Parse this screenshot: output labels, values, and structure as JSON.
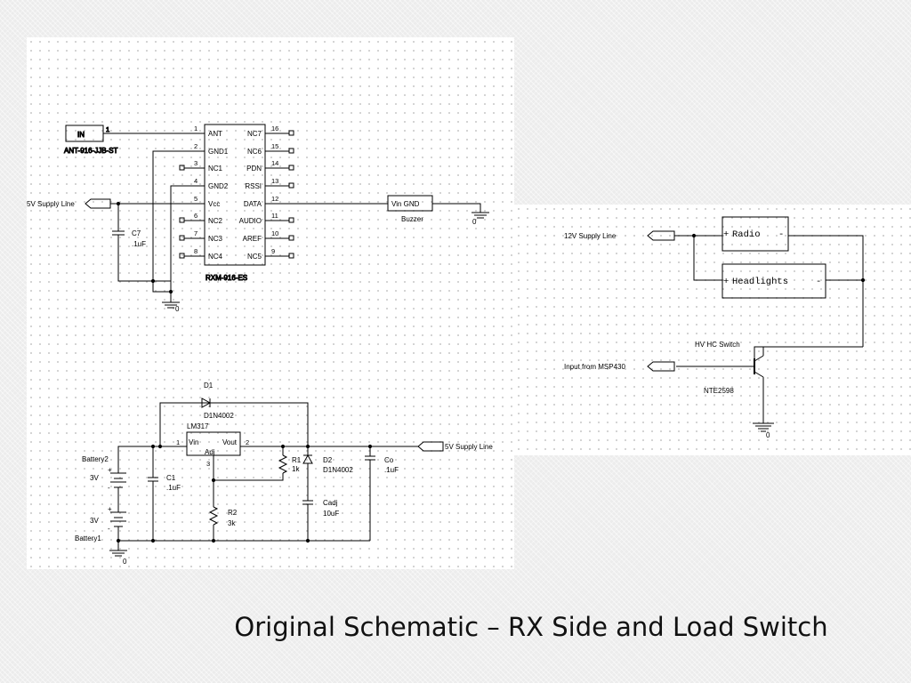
{
  "title": "Original Schematic – RX Side and Load Switch",
  "rx_module": {
    "part_name": "RXM-916-ES",
    "left_pins": [
      {
        "num": "1",
        "name": "ANT"
      },
      {
        "num": "2",
        "name": "GND1"
      },
      {
        "num": "3",
        "name": "NC1"
      },
      {
        "num": "4",
        "name": "GND2"
      },
      {
        "num": "5",
        "name": "Vcc"
      },
      {
        "num": "6",
        "name": "NC2"
      },
      {
        "num": "7",
        "name": "NC3"
      },
      {
        "num": "8",
        "name": "NC4"
      }
    ],
    "right_pins": [
      {
        "num": "16",
        "name": "NC7"
      },
      {
        "num": "15",
        "name": "NC6"
      },
      {
        "num": "14",
        "name": "PDN"
      },
      {
        "num": "13",
        "name": "RSSI"
      },
      {
        "num": "12",
        "name": "DATA"
      },
      {
        "num": "11",
        "name": "AUDIO"
      },
      {
        "num": "10",
        "name": "AREF"
      },
      {
        "num": "9",
        "name": "NC5"
      }
    ]
  },
  "antenna": {
    "label": "IN",
    "pin": "1",
    "part": "ANT-916-JJB-ST"
  },
  "supply_5v": {
    "label": "5V Supply Line"
  },
  "c7": {
    "name": "C7",
    "value": ".1uF"
  },
  "buzzer": {
    "label": "Vin GND",
    "name": "Buzzer"
  },
  "ground_label": "0",
  "regulator": {
    "name": "LM317",
    "vin": "Vin",
    "vin_pin": "1",
    "vout": "Vout",
    "vout_pin": "2",
    "adj": "Adj",
    "adj_pin": "3"
  },
  "d1": {
    "name": "D1",
    "part": "D1N4002"
  },
  "d2": {
    "name": "D2",
    "part": "D1N4002"
  },
  "c1": {
    "name": "C1",
    "value": ".1uF"
  },
  "r1": {
    "name": "R1",
    "value": "1k"
  },
  "r2": {
    "name": "R2",
    "value": "3k"
  },
  "cadj": {
    "name": "Cadj",
    "value": "10uF"
  },
  "co": {
    "name": "Co",
    "value": ".1uF"
  },
  "battery2": {
    "name": "Battery2",
    "voltage": "3V"
  },
  "battery1": {
    "name": "Battery1",
    "voltage": "3V"
  },
  "battery_plus": "+",
  "battery_minus": "-",
  "supply_12v": {
    "label": "12V Supply Line"
  },
  "radio": {
    "plus": "+",
    "label": "Radio",
    "minus": "-"
  },
  "headlights": {
    "plus": "+",
    "label": "Headlights",
    "minus": "-"
  },
  "switch": {
    "label": "HV HC Switch",
    "part": "NTE2598"
  },
  "msp_input": {
    "label": "Input from MSP430"
  }
}
